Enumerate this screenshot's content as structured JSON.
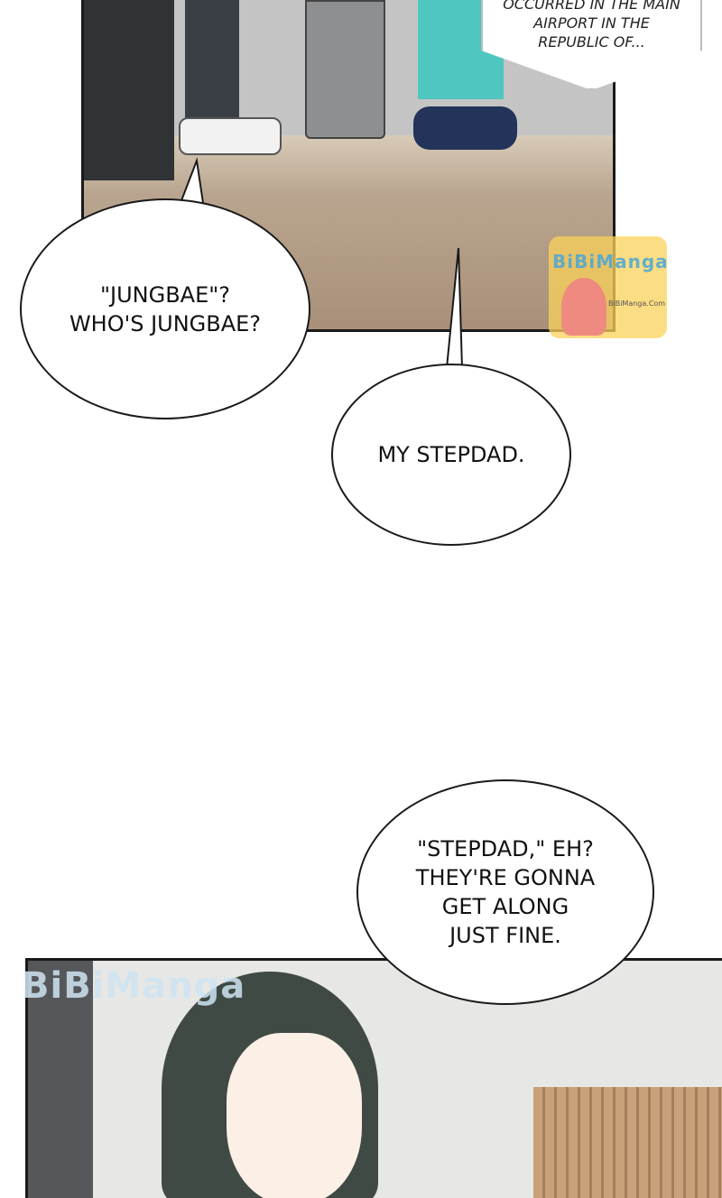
{
  "caption": {
    "lines": [
      "OCCURRED IN THE MAIN",
      "AIRPORT IN THE",
      "REPUBLIC OF..."
    ]
  },
  "bubbles": [
    {
      "lines": [
        "\"JUNGBAE\"?",
        "WHO'S JUNGBAE?"
      ]
    },
    {
      "lines": [
        "MY STEPDAD."
      ]
    },
    {
      "lines": [
        "\"STEPDAD,\" EH?",
        "THEY'RE GONNA",
        "GET ALONG",
        "JUST FINE."
      ]
    }
  ],
  "watermarks": {
    "brand": "BiBiManga",
    "site": "BiBiManga.Com"
  },
  "colors": {
    "accent_yellow": "#f9d25a",
    "watermark_blue": "#4aa6d8"
  }
}
